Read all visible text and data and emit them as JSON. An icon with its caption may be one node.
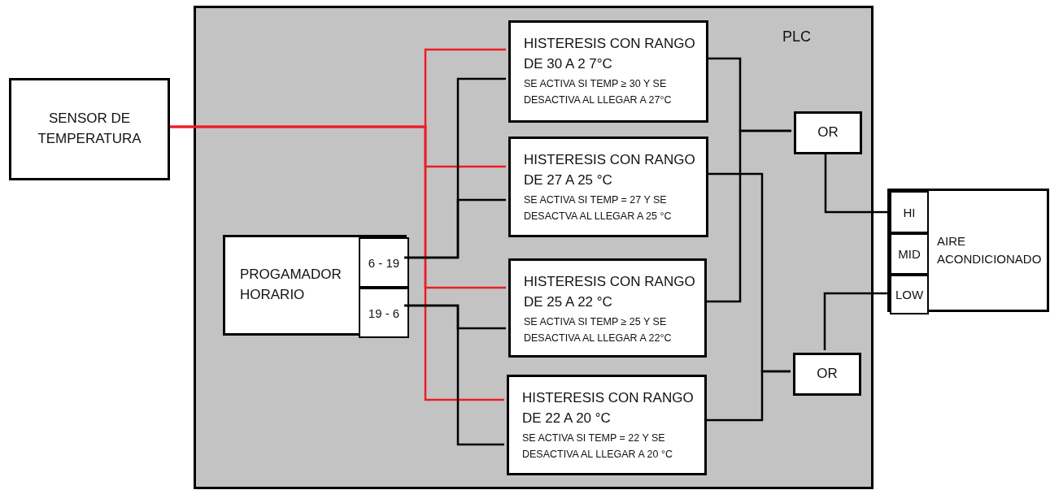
{
  "diagram": {
    "nodes": [
      {
        "text": [
          "PLC"
        ]
      },
      {
        "text": [
          "SENSOR DE TEMPERATURA"
        ]
      },
      {
        "text": [
          "PROGAMADOR HORARIO"
        ],
        "in": 0
      },
      {
        "text": [
          "6 - 19"
        ],
        "in": 2
      },
      {
        "text": [
          "19 - 6"
        ],
        "in": 2
      },
      {
        "text": [
          "HISTERESIS CON RANGO DE 30 A 2 7°C",
          "SE ACTIVA SI TEMP ≥ 30 Y SE DESACTIVA AL LLEGAR A 27°C"
        ],
        "in": 0
      },
      {
        "text": [
          "HISTERESIS CON RANGO DE 27 A 25 °C",
          "SE ACTIVA SI TEMP = 27 Y SE DESACTVA AL LLEGAR A 25 °C"
        ],
        "in": 0
      },
      {
        "text": [
          "HISTERESIS CON RANGO DE 25 A 22 °C",
          "SE ACTIVA SI TEMP ≥ 25 Y SE DESACTIVA AL LLEGAR A 22°C"
        ],
        "in": 0
      },
      {
        "text": [
          "HISTERESIS CON RANGO DE 22 A 20 °C",
          "SE ACTIVA SI TEMP = 22 Y SE DESACTIVA AL LLEGAR A 20 °C"
        ],
        "in": 0
      },
      {
        "text": [
          "OR"
        ],
        "in": 0
      },
      {
        "text": [
          "OR"
        ],
        "in": 0
      },
      {
        "text": [
          "AIRE ACONDICIONADO"
        ]
      },
      {
        "text": [
          "HI"
        ],
        "in": 11
      },
      {
        "text": [
          "MID"
        ],
        "in": 11
      },
      {
        "text": [
          "LOW"
        ],
        "in": 11
      }
    ],
    "edges": [
      {
        "from": 1,
        "to": 5,
        "arrow": "none",
        "color": "#ed1c24"
      },
      {
        "from": 1,
        "to": 6,
        "arrow": "none",
        "color": "#ed1c24"
      },
      {
        "from": 1,
        "to": 7,
        "arrow": "none",
        "color": "#ed1c24"
      },
      {
        "from": 1,
        "to": 8,
        "arrow": "none",
        "color": "#ed1c24"
      },
      {
        "from": 3,
        "to": 5,
        "arrow": "none"
      },
      {
        "from": 3,
        "to": 6,
        "arrow": "none"
      },
      {
        "from": 4,
        "to": 7,
        "arrow": "none"
      },
      {
        "from": 4,
        "to": 8,
        "arrow": "none"
      },
      {
        "from": 5,
        "to": 9,
        "arrow": "none"
      },
      {
        "from": 7,
        "to": 9,
        "arrow": "none"
      },
      {
        "from": 6,
        "to": 10,
        "arrow": "none"
      },
      {
        "from": 8,
        "to": 10,
        "arrow": "none"
      },
      {
        "from": 9,
        "to": 12,
        "arrow": "none"
      },
      {
        "from": 10,
        "to": 14,
        "arrow": "none"
      }
    ]
  }
}
